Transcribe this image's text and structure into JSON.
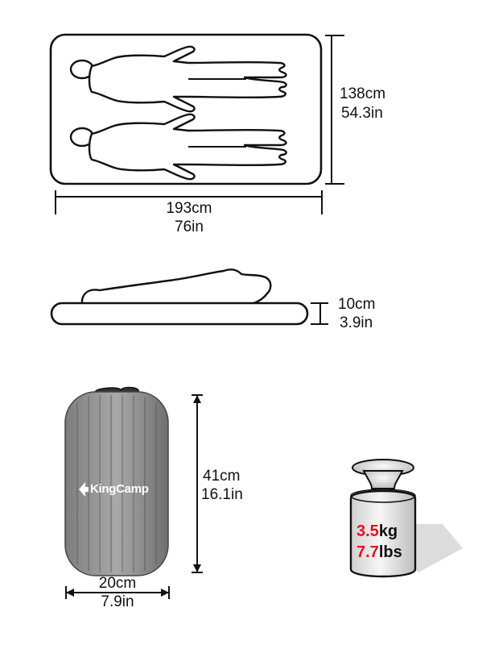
{
  "mattress_top": {
    "width_cm": "138cm",
    "width_in": "54.3in",
    "length_cm": "193cm",
    "length_in": "76in"
  },
  "mattress_side": {
    "thickness_cm": "10cm",
    "thickness_in": "3.9in"
  },
  "pack_bag": {
    "brand": "KingCamp",
    "height_cm": "41cm",
    "height_in": "16.1in",
    "diameter_cm": "20cm",
    "diameter_in": "7.9in"
  },
  "weight": {
    "kg_value": "3.5",
    "kg_unit": "kg",
    "lbs_value": "7.7",
    "lbs_unit": "lbs",
    "accent_color": "#e0141e"
  }
}
